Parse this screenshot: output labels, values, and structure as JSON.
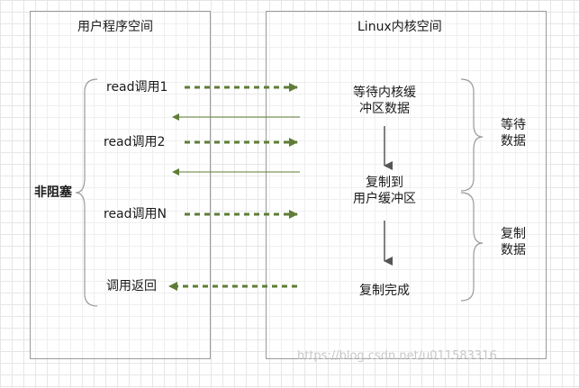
{
  "user_space": {
    "title": "用户程序空间"
  },
  "kernel_space": {
    "title": "Linux内核空间"
  },
  "non_blocking_label": "非阻塞",
  "calls": [
    {
      "label": "read调用1"
    },
    {
      "label": "read调用2"
    },
    {
      "label": "read调用N"
    },
    {
      "label": "调用返回"
    }
  ],
  "kernel_steps": {
    "wait_buffer": "等待内核缓\n冲区数据",
    "copy_to_user": "复制到\n用户缓冲区",
    "copy_done": "复制完成"
  },
  "phases": {
    "wait_data": "等待\n数据",
    "copy_data": "复制\n数据"
  },
  "watermark": "https://blog.csdn.net/u011583316",
  "colors": {
    "arrow": "#5e7d36",
    "box_border": "#9a9a9a",
    "grid": "#e6e6e6"
  }
}
